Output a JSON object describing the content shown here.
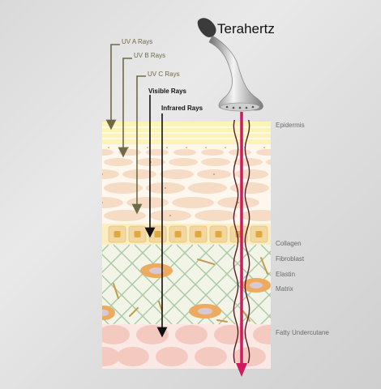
{
  "title": "Terahertz",
  "rays": [
    {
      "label": "UV A Rays",
      "color": "#6e6a48"
    },
    {
      "label": "UV B Rays",
      "color": "#6e6a48"
    },
    {
      "label": "UV C Rays",
      "color": "#6e6a48"
    },
    {
      "label": "Visible Rays",
      "color": "#111111"
    },
    {
      "label": "Infrared Rays",
      "color": "#111111"
    }
  ],
  "layers": {
    "epidermis": "Epidermis",
    "collagen": "Collagen",
    "fibroblast": "Fibroblast",
    "elastin": "Elastin",
    "matrix": "Matrix",
    "fatty": "Fatty Undercutane"
  },
  "colors": {
    "terahertz_beam": "#d0195e",
    "epidermis_top": "#fbf3b8",
    "cells": "#f6dcc4",
    "collagen_box": "#f3d7a3",
    "collagen_core": "#e0a93e",
    "matrix_grid": "#a9c9a4",
    "fibroblast": "#ecab5f",
    "fat": "#f4c9bf",
    "fat_bg": "#fae8e4"
  }
}
